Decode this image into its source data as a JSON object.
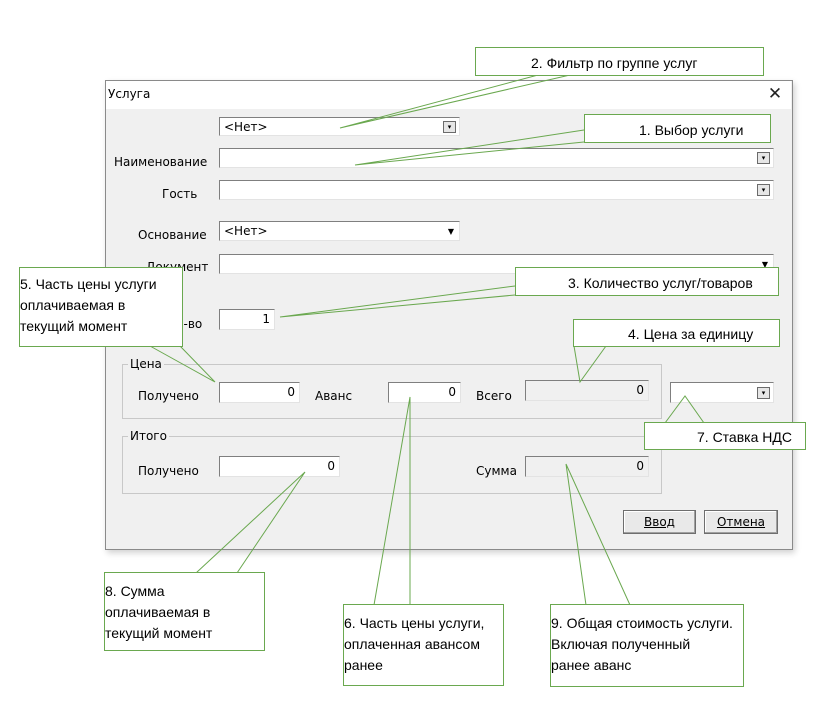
{
  "window": {
    "title": "Услуга",
    "close_glyph": "✕"
  },
  "fields": {
    "filter_value": "<Нет>",
    "name_label": "Наименование",
    "name_value": "",
    "guest_label": "Гость",
    "guest_value": "",
    "basis_label": "Основание",
    "basis_value": "<Нет>",
    "document_label": "Документ",
    "document_value": "",
    "qty_label": "Кол-во",
    "qty_value": "1"
  },
  "price_group": {
    "label": "Цена",
    "received_label": "Получено",
    "received_value": "0",
    "advance_label": "Аванс",
    "advance_value": "0",
    "total_label": "Всего",
    "total_value": "0",
    "vat_value": ""
  },
  "total_group": {
    "label": "Итого",
    "received_label": "Получено",
    "received_value": "0",
    "sum_label": "Сумма",
    "sum_value": "0"
  },
  "buttons": {
    "ok_label": "Ввод",
    "cancel_label": "Отмена"
  },
  "icons": {
    "lookup": "lookup-button-icon",
    "dropdown": "chevron-down-icon",
    "close": "close-icon"
  },
  "callouts": {
    "c1": "1. Выбор услуги",
    "c2": "2. Фильтр по группе услуг",
    "c3": "3. Количество услуг/товаров",
    "c4": "4. Цена за единицу",
    "c5": [
      "5. Часть цены услуги",
      "оплачиваемая в",
      "текущий момент"
    ],
    "c6": [
      "6. Часть цены услуги,",
      "оплаченная авансом",
      "ранее"
    ],
    "c7": "7. Ставка НДС",
    "c8": [
      "8. Сумма",
      "оплачиваемая в",
      "текущий момент"
    ],
    "c9": [
      "9. Общая стоимость услуги.",
      "Включая полученный",
      "ранее аванс"
    ]
  },
  "colors": {
    "dialog_bg": "#f0f0f0",
    "callout_border": "#6aa84f"
  }
}
